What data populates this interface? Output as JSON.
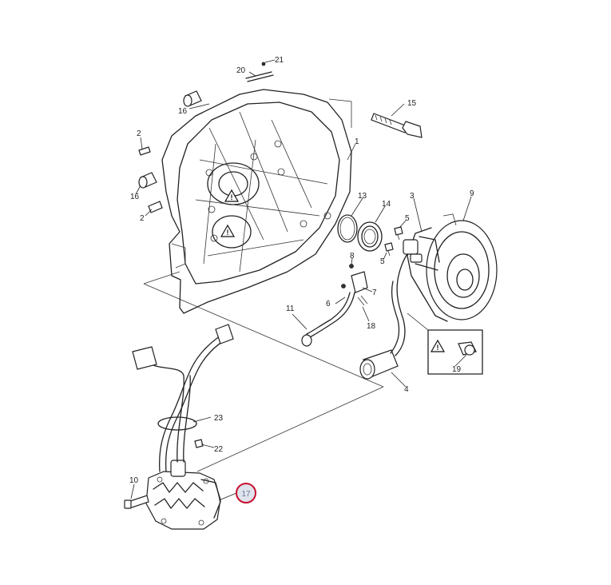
{
  "diagram": {
    "callouts": {
      "c1": "1",
      "c2a": "2",
      "c2b": "2",
      "c3": "3",
      "c4": "4",
      "c5a": "5",
      "c5b": "5",
      "c6": "6",
      "c7": "7",
      "c8": "8",
      "c9": "9",
      "c10": "10",
      "c11": "11",
      "c13": "13",
      "c14": "14",
      "c15": "15",
      "c16a": "16",
      "c16b": "16",
      "c18": "18",
      "c19": "19",
      "c20": "20",
      "c21": "21",
      "c22": "22",
      "c23": "23"
    },
    "highlighted_callout": "17",
    "highlight_color": "#c8102e",
    "warning_symbol": "!"
  }
}
